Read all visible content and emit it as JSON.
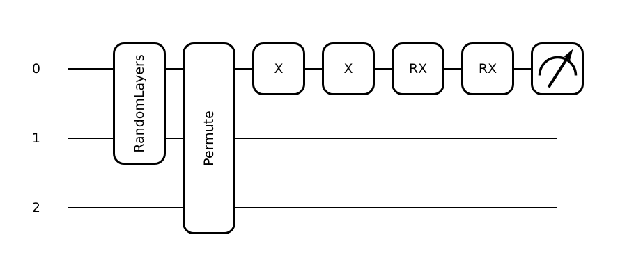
{
  "figure": {
    "type": "quantum-circuit",
    "background": "#ffffff",
    "stroke_color": "#000000",
    "num_wires": 3
  },
  "circuit": {
    "wires": [
      {
        "label": "0"
      },
      {
        "label": "1"
      },
      {
        "label": "2"
      }
    ],
    "gates": [
      {
        "label": "RandomLayers",
        "type": "box",
        "wires": "0-1",
        "label_orientation": "vertical"
      },
      {
        "label": "Permute",
        "type": "box",
        "wires": "0-2",
        "label_orientation": "vertical"
      },
      {
        "label": "X",
        "type": "box",
        "wires": "0",
        "label_orientation": "horizontal"
      },
      {
        "label": "X",
        "type": "box",
        "wires": "0",
        "label_orientation": "horizontal"
      },
      {
        "label": "RX",
        "type": "box",
        "wires": "0",
        "label_orientation": "horizontal"
      },
      {
        "label": "RX",
        "type": "box",
        "wires": "0",
        "label_orientation": "horizontal"
      },
      {
        "label": "",
        "type": "measurement",
        "wires": "0",
        "icon": "measure-gauge-icon"
      }
    ]
  }
}
